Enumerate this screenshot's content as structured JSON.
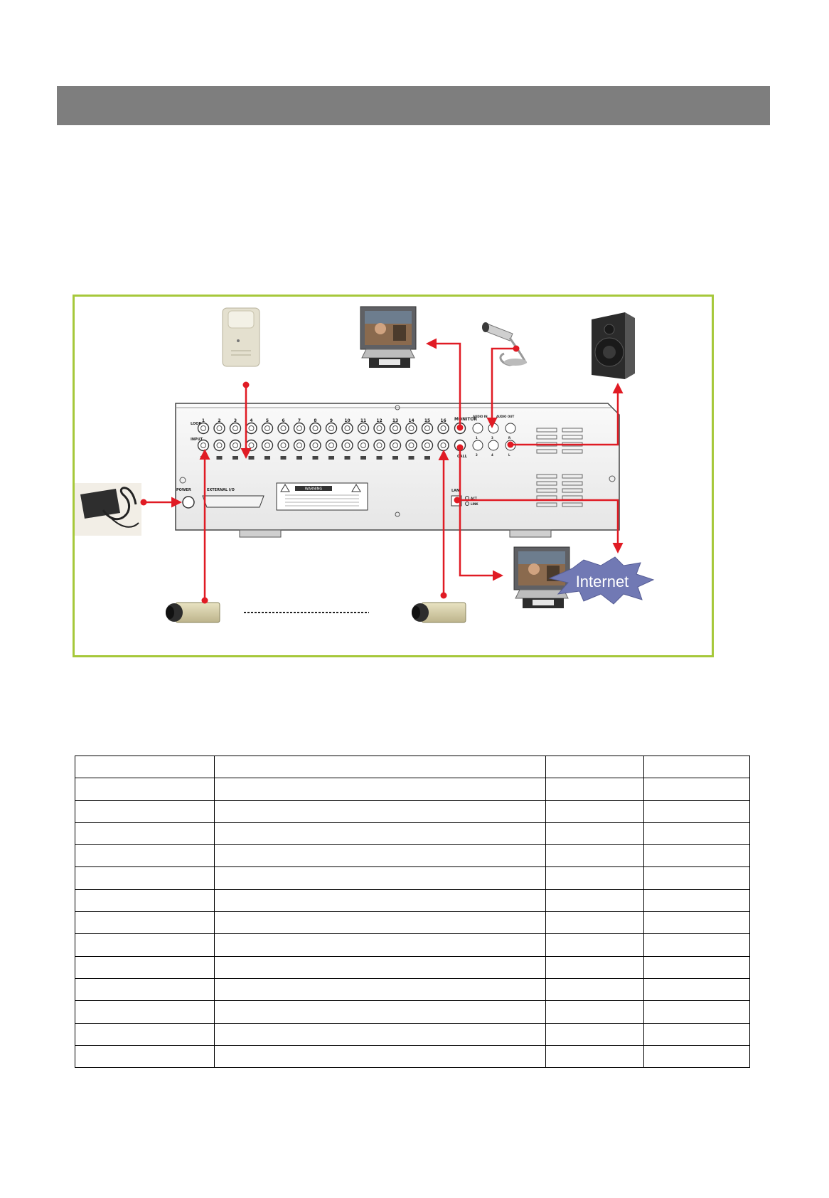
{
  "diagram": {
    "channel_numbers": [
      "1",
      "2",
      "3",
      "4",
      "5",
      "6",
      "7",
      "8",
      "9",
      "10",
      "11",
      "12",
      "13",
      "14",
      "15",
      "16"
    ],
    "rear_panel_labels": {
      "loop": "LOOP",
      "input": "INPUT",
      "monitor": "MONITOR",
      "audio_in": "AUDIO IN",
      "audio_out": "AUDIO OUT",
      "call": "CALL",
      "power": "POWER",
      "external_io": "EXTERNAL I/O",
      "lan": "LAN",
      "act": "ACT",
      "link": "LINK",
      "audio_in_ch": [
        "1",
        "2",
        "3",
        "4"
      ],
      "audio_out_ch": [
        "R",
        "L"
      ],
      "warning_title": "WARNING"
    },
    "internet_label": "Internet",
    "colors": {
      "cable": "#e01b24",
      "frame": "#a6c83a",
      "header_bar": "#7e7e7e"
    }
  },
  "table": {
    "rows": [
      [
        "",
        "",
        "",
        ""
      ],
      [
        "",
        "",
        "",
        ""
      ],
      [
        "",
        "",
        "",
        ""
      ],
      [
        "",
        "",
        "",
        ""
      ],
      [
        "",
        "",
        "",
        ""
      ],
      [
        "",
        "",
        "",
        ""
      ],
      [
        "",
        "",
        "",
        ""
      ],
      [
        "",
        "",
        "",
        ""
      ],
      [
        "",
        "",
        "",
        ""
      ],
      [
        "",
        "",
        "",
        ""
      ],
      [
        "",
        "",
        "",
        ""
      ],
      [
        "",
        "",
        "",
        ""
      ],
      [
        "",
        "",
        "",
        ""
      ],
      [
        "",
        "",
        "",
        ""
      ]
    ]
  }
}
